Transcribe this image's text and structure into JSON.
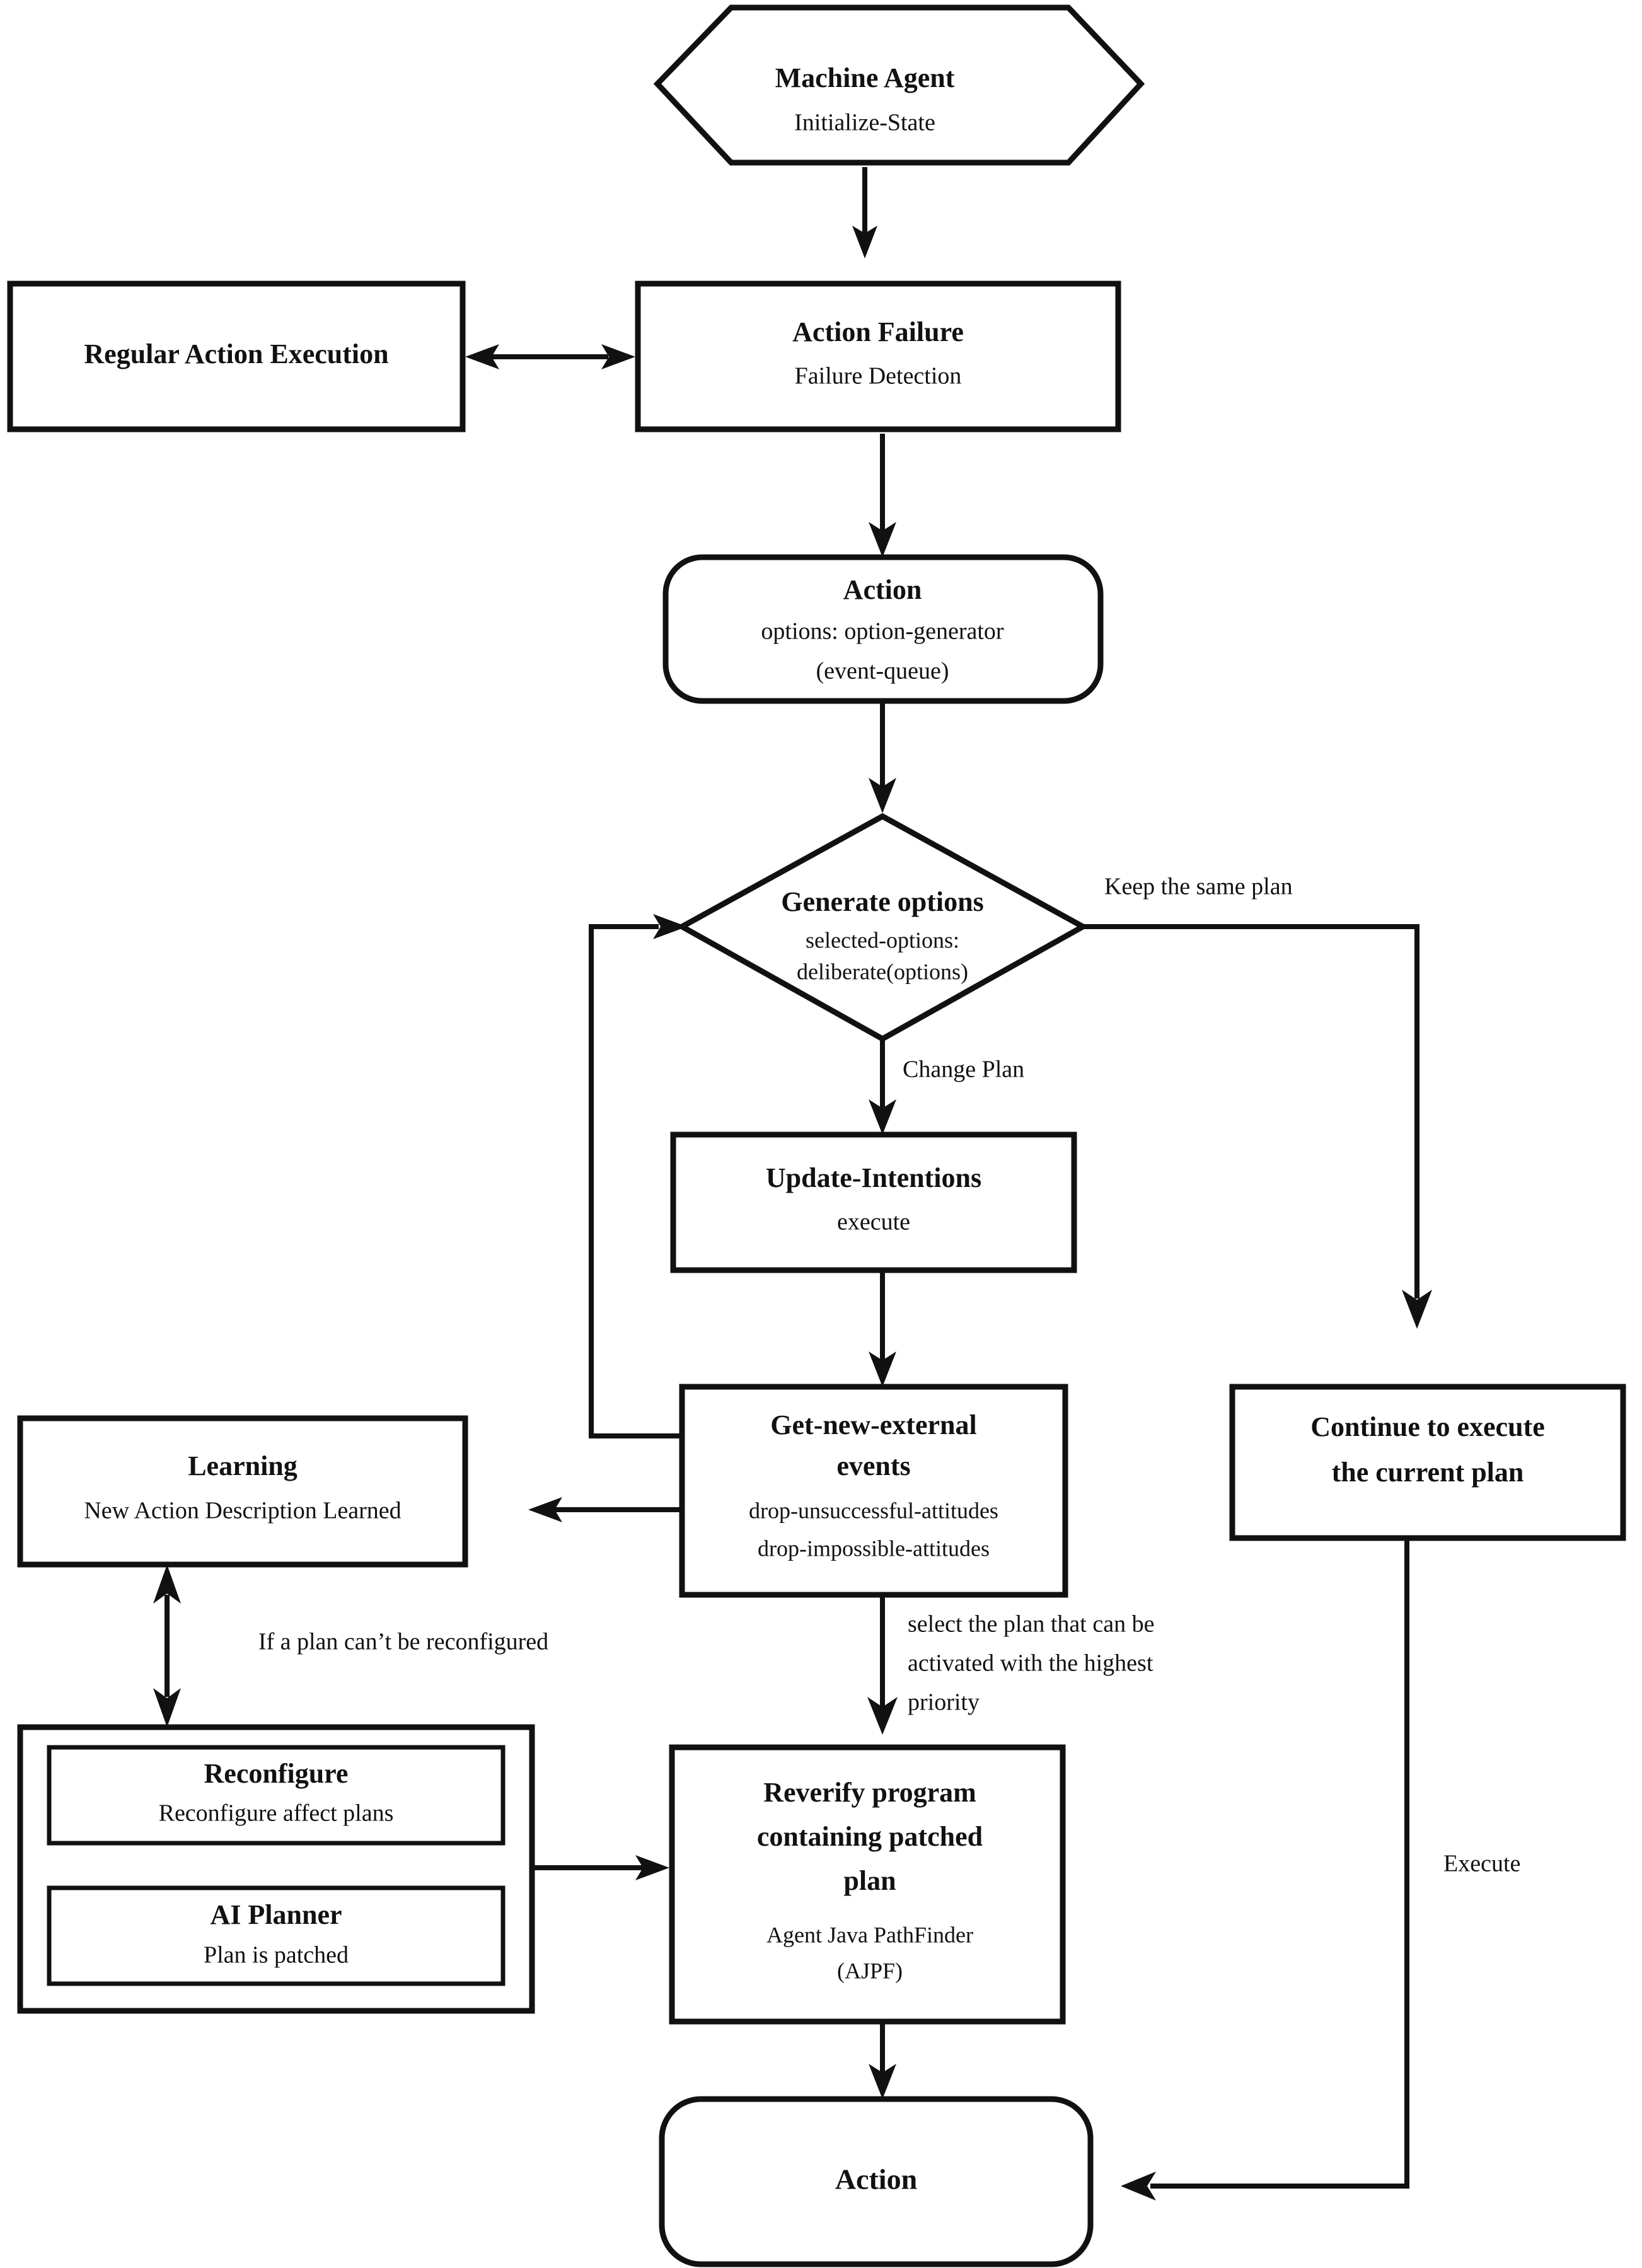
{
  "diagram": {
    "title": "Machine Agent failure-recovery flowchart",
    "colors": {
      "stroke": "#111111",
      "background": "#ffffff"
    },
    "nodes": {
      "machine_agent": {
        "shape": "hexagon",
        "title": "Machine Agent",
        "subtitle": "Initialize-State"
      },
      "regular_action_execution": {
        "shape": "rectangle",
        "title": "Regular Action Execution"
      },
      "action_failure": {
        "shape": "rectangle",
        "title": "Action Failure",
        "subtitle": "Failure Detection"
      },
      "action_options": {
        "shape": "rounded-rectangle",
        "title": "Action",
        "line2": "options: option-generator",
        "line3": "(event-queue)"
      },
      "generate_options": {
        "shape": "diamond",
        "title": "Generate options",
        "line2": "selected-options:",
        "line3": "deliberate(options)"
      },
      "update_intentions": {
        "shape": "rectangle",
        "title": "Update-Intentions",
        "subtitle": "execute"
      },
      "get_new_external_events": {
        "shape": "rectangle",
        "title_line1": "Get-new-external",
        "title_line2": "events",
        "line3": "drop-unsuccessful-attitudes",
        "line4": "drop-impossible-attitudes"
      },
      "continue_execute": {
        "shape": "rectangle",
        "title_line1": "Continue to execute",
        "title_line2": "the current plan"
      },
      "learning": {
        "shape": "rectangle",
        "title": "Learning",
        "subtitle": "New Action Description Learned"
      },
      "reconfigure_group": {
        "shape": "rectangle-container"
      },
      "reconfigure": {
        "shape": "rectangle",
        "title": "Reconfigure",
        "subtitle": "Reconfigure affect plans"
      },
      "ai_planner": {
        "shape": "rectangle",
        "title": "AI Planner",
        "subtitle": "Plan is patched"
      },
      "reverify": {
        "shape": "rectangle",
        "title_line1": "Reverify program",
        "title_line2": "containing patched",
        "title_line3": "plan",
        "line4": "Agent Java PathFinder",
        "line5": "(AJPF)"
      },
      "action_final": {
        "shape": "rounded-rectangle",
        "title": "Action"
      }
    },
    "edge_labels": {
      "keep_same_plan": "Keep the same plan",
      "change_plan": "Change Plan",
      "if_plan_cannot_be_reconfigured": "If  a plan can’t be reconfigured",
      "select_plan_line1": "select the plan that can be",
      "select_plan_line2": "activated with the highest",
      "select_plan_line3": "priority",
      "execute": "Execute"
    }
  }
}
